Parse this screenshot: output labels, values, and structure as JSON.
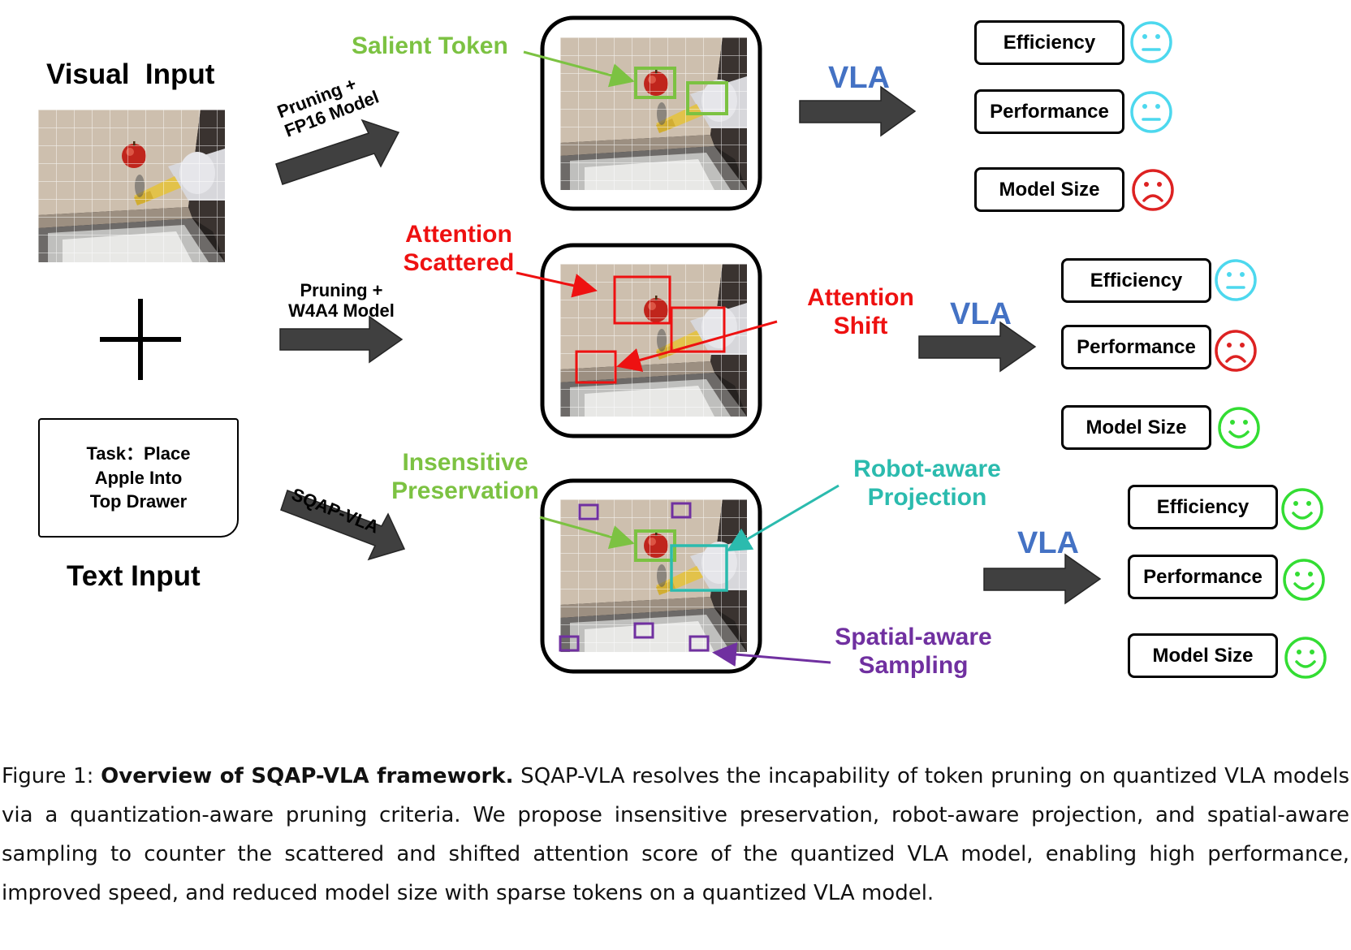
{
  "inputs": {
    "visual_title": "Visual  Input",
    "text_title": "Text Input",
    "task_text": "Task：Place\nApple Into\nTop Drawer"
  },
  "arrows": {
    "row1": "Pruning +\nFP16 Model",
    "row2": "Pruning +\nW4A4 Model",
    "row3": "SQAP-VLA"
  },
  "annotations": {
    "salient_token": "Salient Token",
    "attention_scattered": "Attention\nScattered",
    "attention_shift": "Attention\nShift",
    "insensitive_preservation": "Insensitive\nPreservation",
    "robot_aware_projection": "Robot-aware\nProjection",
    "spatial_aware_sampling": "Spatial-aware\nSampling"
  },
  "vla_label": "VLA",
  "outcomes": [
    {
      "metrics": [
        {
          "label": "Efficiency",
          "face": "neutral"
        },
        {
          "label": "Performance",
          "face": "neutral"
        },
        {
          "label": "Model Size",
          "face": "sad"
        }
      ]
    },
    {
      "metrics": [
        {
          "label": "Efficiency",
          "face": "neutral"
        },
        {
          "label": "Performance",
          "face": "sad"
        },
        {
          "label": "Model Size",
          "face": "happy"
        }
      ]
    },
    {
      "metrics": [
        {
          "label": "Efficiency",
          "face": "happy"
        },
        {
          "label": "Performance",
          "face": "happy"
        },
        {
          "label": "Model Size",
          "face": "happy"
        }
      ]
    }
  ],
  "colors": {
    "green": "#7cc242",
    "red": "#ee1111",
    "teal": "#2bbbae",
    "purple": "#7030a0",
    "vla_blue": "#4472c4",
    "arrow_gray": "#404040",
    "face_neutral": "#4dd8ee",
    "face_sad": "#dd2222",
    "face_happy": "#33dd33"
  },
  "caption": {
    "figure_label": "Figure 1: ",
    "bold_title": "Overview of SQAP-VLA framework.",
    "body": " SQAP-VLA resolves the incapability of token pruning on quantized VLA models via a quantization-aware pruning criteria. We propose insensitive preservation, robot-aware projection, and spatial-aware sampling to counter the scattered and shifted attention score of the quantized VLA model, enabling high performance, improved speed, and reduced model size with sparse tokens on a quantized VLA model."
  }
}
